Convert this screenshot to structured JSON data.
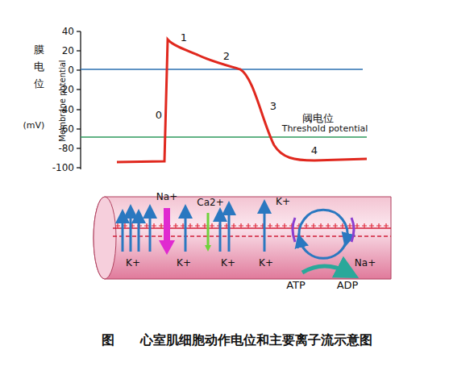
{
  "diagram": {
    "caption": "图　　心室肌细胞动作电位和主要离子流示意图",
    "labels": [
      "40",
      "20",
      "0",
      "-20",
      "-40",
      "-60",
      "-80",
      "-100",
      "膜电位",
      "(mV)",
      "Membrane potential",
      "0",
      "1",
      "2",
      "3",
      "4",
      "阈电位",
      "Threshold potential",
      "Na+",
      "Ca2+",
      "K+",
      "K+",
      "K+",
      "K+",
      "K+",
      "Na+",
      "ATP",
      "ADP"
    ]
  }
}
